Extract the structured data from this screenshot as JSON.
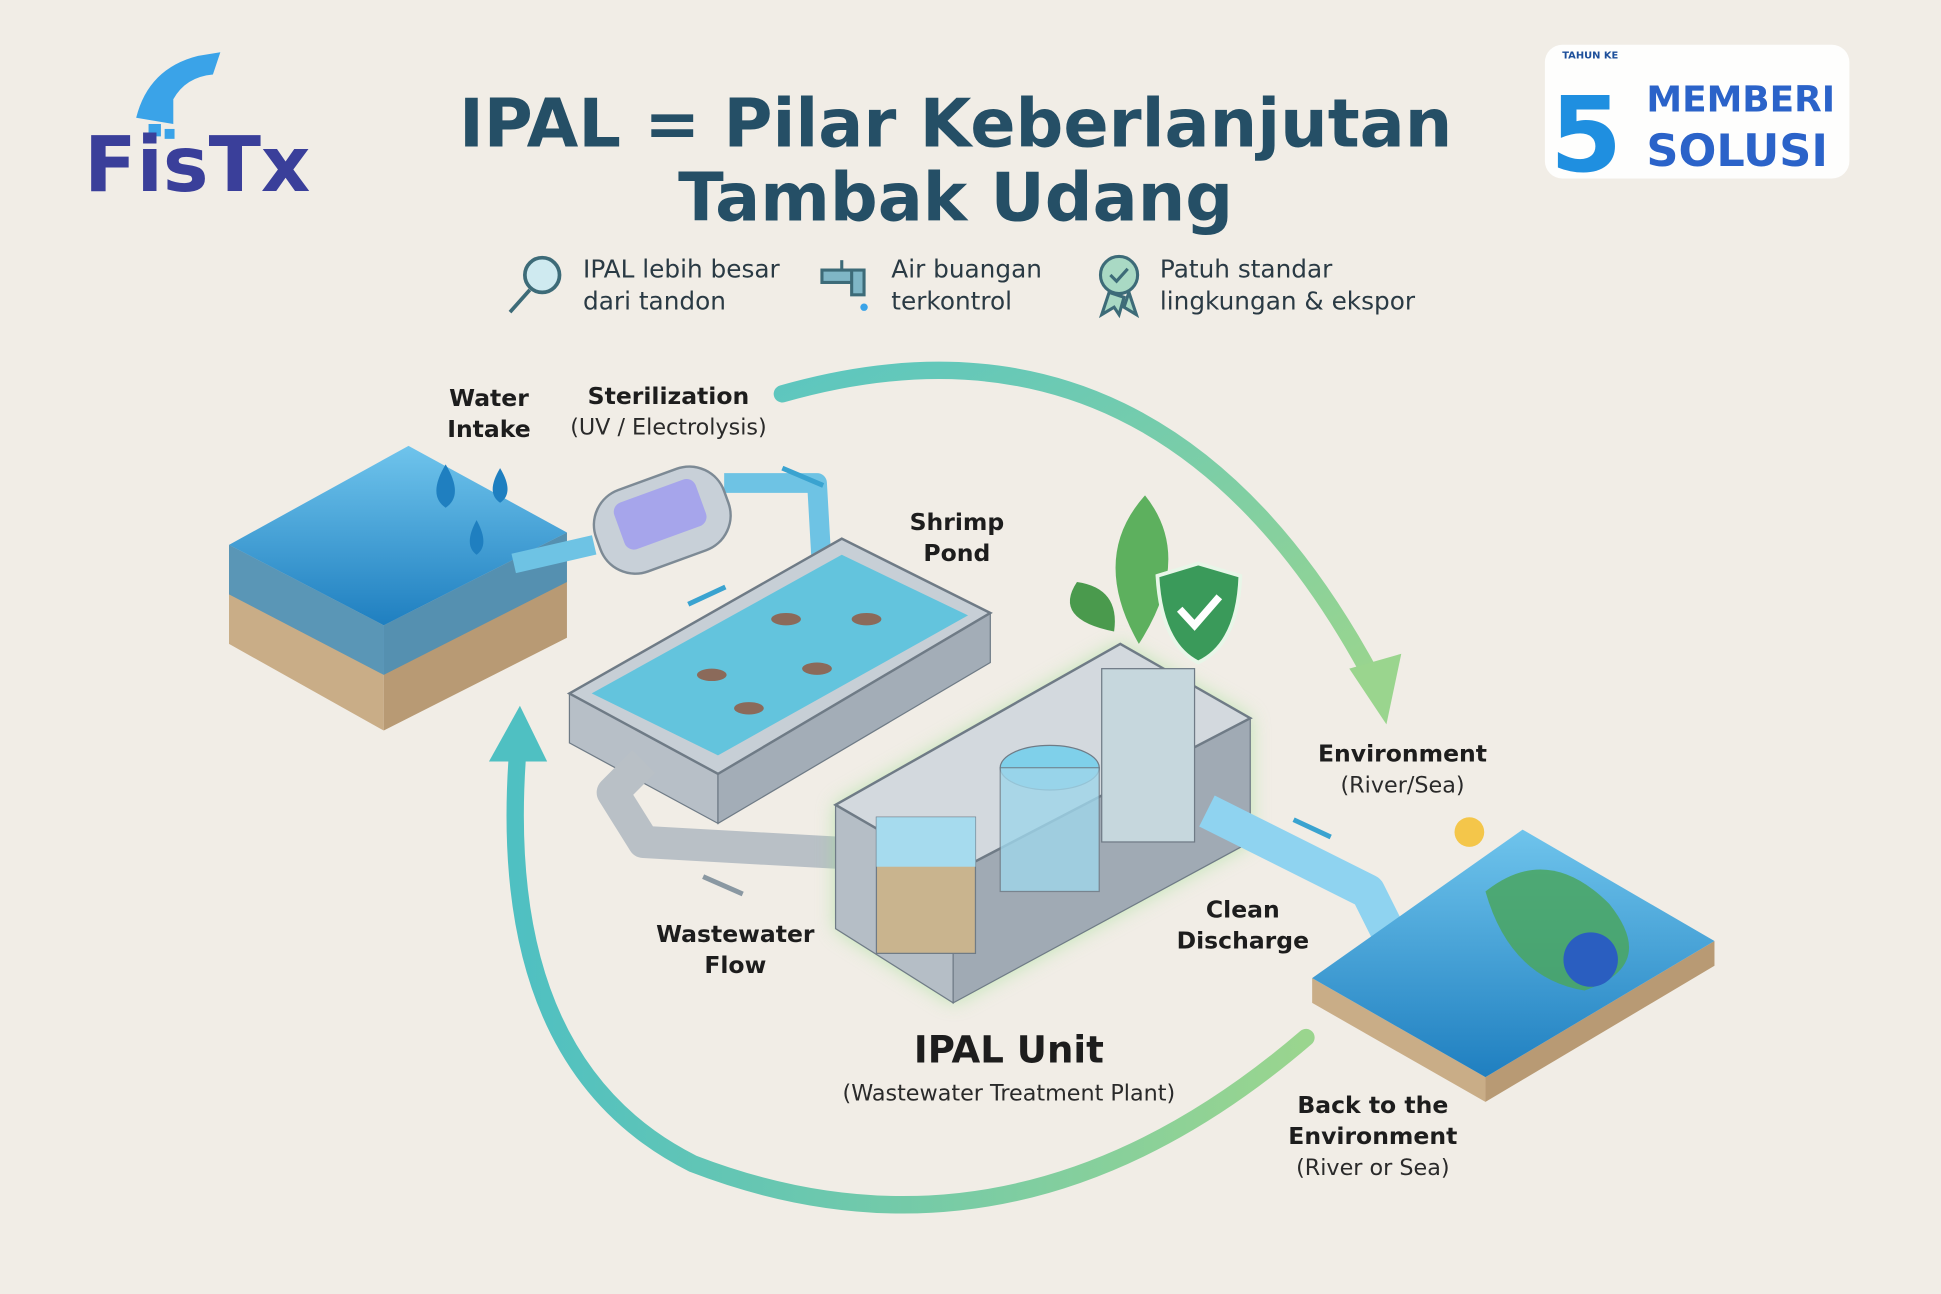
{
  "logo": {
    "text": "FisTx"
  },
  "badge": {
    "top": "TAHUN KE",
    "number": "5",
    "line1": "MEMBERI",
    "line2": "SOLUSI"
  },
  "title": {
    "line1": "IPAL = Pilar Keberlanjutan",
    "line2": "Tambak Udang"
  },
  "features": [
    {
      "icon": "magnifier-icon",
      "line1": "IPAL lebih besar",
      "line2": "dari tandon"
    },
    {
      "icon": "faucet-icon",
      "line1": "Air buangan",
      "line2": "terkontrol"
    },
    {
      "icon": "certificate-badge-icon",
      "line1": "Patuh standar",
      "line2": "lingkungan & ekspor"
    }
  ],
  "labels": {
    "water_intake": [
      "Water",
      "Intake"
    ],
    "sterilization": {
      "title": "Sterilization",
      "sub": "(UV / Electrolysis)"
    },
    "shrimp_pond": [
      "Shrimp",
      "Pond"
    ],
    "environment": {
      "title": "Environment",
      "sub": "(River/Sea)"
    },
    "clean_discharge": [
      "Clean",
      "Discharge"
    ],
    "wastewater_flow": [
      "Wastewater",
      "Flow"
    ],
    "ipal_unit": {
      "title": "IPAL Unit",
      "sub": "(Wastewater Treatment Plant)"
    },
    "back_env": {
      "line1": "Back to the",
      "line2": "Environment",
      "sub": "(River or Sea)"
    }
  },
  "colors": {
    "title": "#254f66",
    "water": "#3f9fd6",
    "green": "#7ed07a",
    "cycle": "#5fc3b8"
  }
}
